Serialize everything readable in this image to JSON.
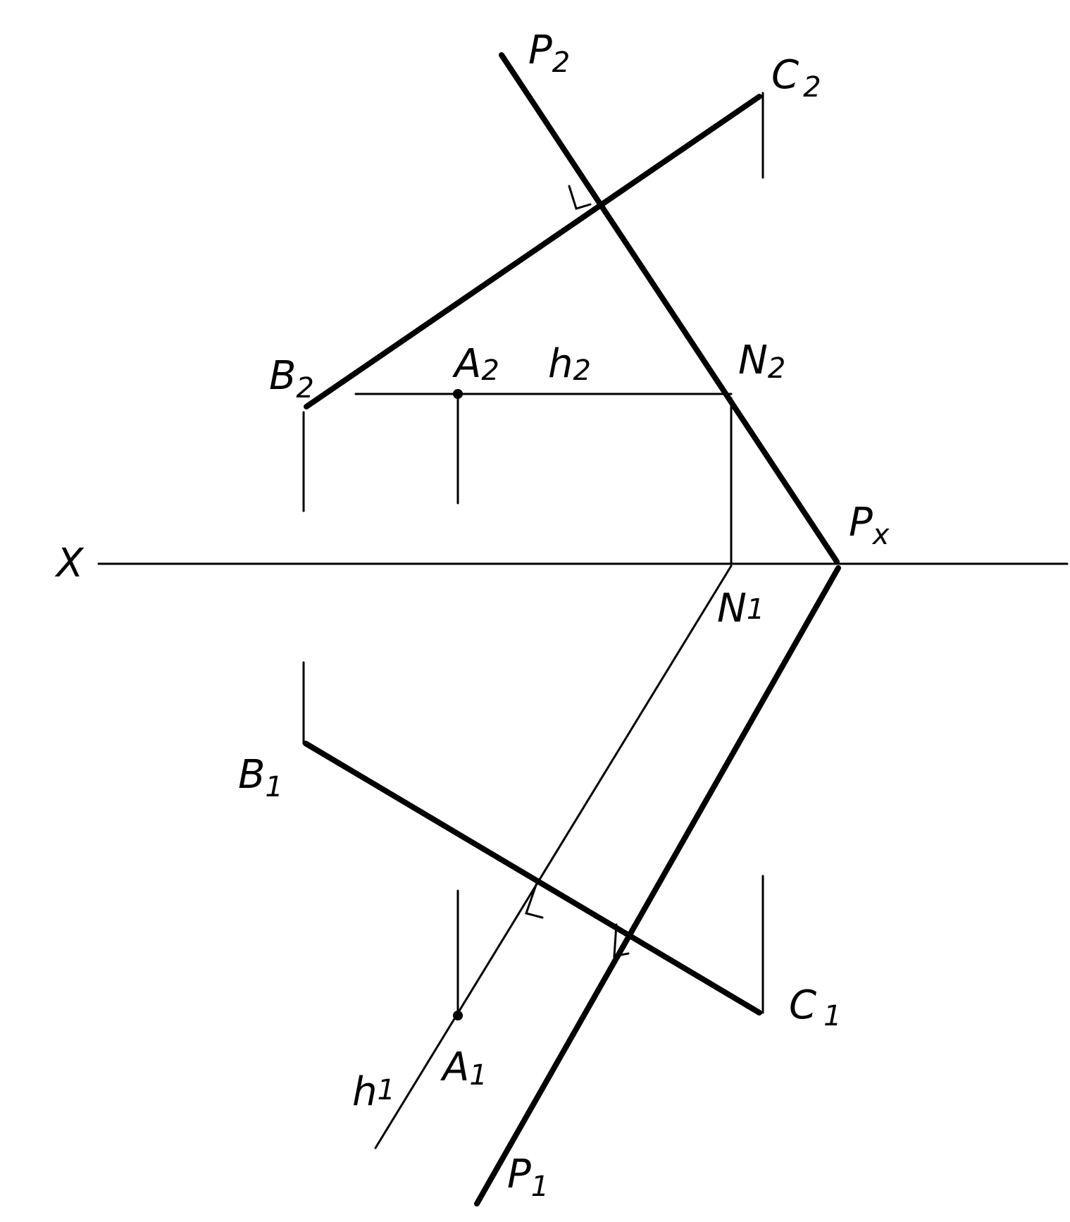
{
  "labels": {
    "p2": {
      "main": "P",
      "sub": "2"
    },
    "c2": {
      "main": "C",
      "sub": "2"
    },
    "b2": {
      "main": "B",
      "sub": "2"
    },
    "a2": {
      "main": "A",
      "sub": "2"
    },
    "h2": {
      "main": "h",
      "sub": "2"
    },
    "n2": {
      "main": "N",
      "sub": "2"
    },
    "px": {
      "main": "P",
      "sub": "x"
    },
    "x": {
      "main": "X"
    },
    "n1": {
      "main": "N",
      "sub": "1"
    },
    "b1": {
      "main": "B",
      "sub": "1"
    },
    "c1": {
      "main": "C",
      "sub": "1"
    },
    "a1": {
      "main": "A",
      "sub": "1"
    },
    "h1": {
      "main": "h",
      "sub": "1"
    },
    "p1": {
      "main": "P",
      "sub": "1"
    }
  }
}
